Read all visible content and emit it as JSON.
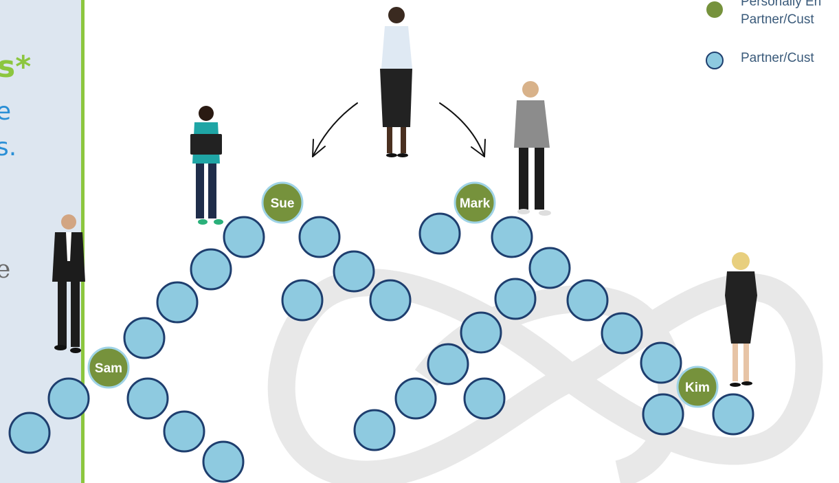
{
  "left_panel": {
    "fragments": [
      "s*",
      "e",
      "s.",
      "e"
    ]
  },
  "legend": {
    "items": [
      {
        "label_line1": "Personally En",
        "label_line2": "Partner/Cust",
        "color": "#76923c"
      },
      {
        "label_line1": "Partner/Cust",
        "color": "#8ecae0"
      }
    ]
  },
  "colors": {
    "named_node": "#76923c",
    "partner_node": "#8ecae0",
    "node_border": "#1e3e6e",
    "named_node_border": "#9fd3e6",
    "infinity_watermark": "#e8e8e8",
    "divider": "#8cc63f",
    "panel_background": "#dde6f0"
  },
  "people": [
    {
      "name": "Sam",
      "icon": "person-man-suit-icon"
    },
    {
      "name": "Sue",
      "icon": "person-woman-laptop-icon"
    },
    {
      "name": "Mark",
      "icon": "person-man-casual-icon"
    },
    {
      "name": "Kim",
      "icon": "person-woman-dress-icon"
    },
    {
      "name": "",
      "icon": "person-woman-top-icon"
    }
  ],
  "nodes": [
    {
      "label": "Sam",
      "type": "named"
    },
    {
      "label": "Sue",
      "type": "named"
    },
    {
      "label": "Mark",
      "type": "named"
    },
    {
      "label": "Kim",
      "type": "named"
    }
  ],
  "arrows": [
    "left-referral-arrow",
    "right-referral-arrow"
  ],
  "watermark": "infinity-symbol-icon"
}
